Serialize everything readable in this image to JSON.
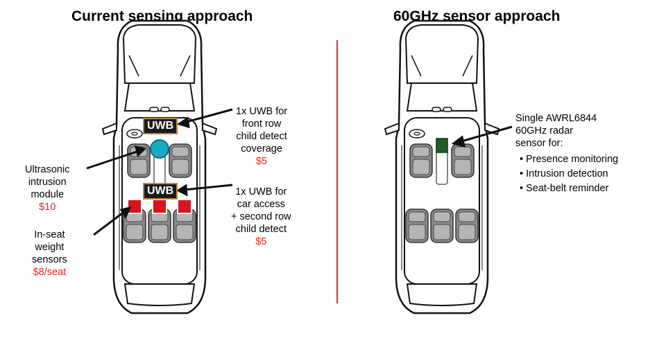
{
  "left_panel": {
    "title": "Current sensing approach",
    "badges": [
      "UWB",
      "UWB"
    ],
    "labels": {
      "front_uwb": {
        "lines": [
          "1x UWB for",
          "front row",
          "child detect",
          "coverage"
        ],
        "cost": "$5"
      },
      "rear_uwb": {
        "lines": [
          "1x UWB for",
          "car access",
          "+ second row",
          "child detect"
        ],
        "cost": "$5"
      },
      "ultrasonic": {
        "lines": [
          "Ultrasonic",
          "intrusion",
          "module"
        ],
        "cost": "$10"
      },
      "weight": {
        "lines": [
          "In-seat",
          "weight",
          "sensors"
        ],
        "cost": "$8/seat"
      }
    }
  },
  "right_panel": {
    "title": "60GHz sensor approach",
    "sensor_label": [
      "Single AWRL6844",
      "60GHz radar",
      "sensor for:"
    ],
    "features": [
      "• Presence monitoring",
      "• Intrusion detection",
      "• Seat-belt reminder"
    ]
  },
  "colors": {
    "red": "#e8241e",
    "divider": "#e0302a",
    "ultrasonic": "#19a9c4",
    "weight_sensor": "#d8141e",
    "radar": "#1f5e2a"
  }
}
